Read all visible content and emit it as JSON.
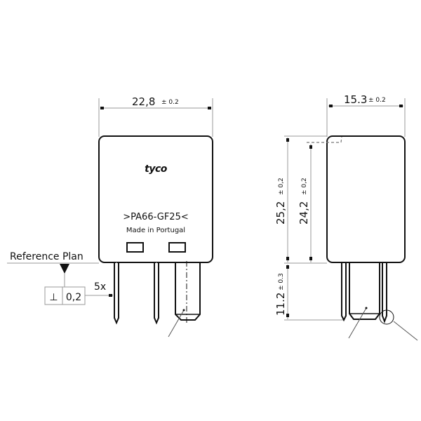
{
  "front_view": {
    "width_dim": {
      "value": "22,8",
      "tolerance": "± 0.2"
    },
    "brand_logo": "tyco",
    "material_marking": ">PA66-GF25<",
    "origin_text": "Made in Portugal",
    "reference_label": "Reference Plan",
    "tolerance_frame": {
      "symbol": "⊥",
      "value": "0,2"
    },
    "pin_count_note": "5x"
  },
  "side_view": {
    "width_dim": {
      "value": "15.3",
      "tolerance": "± 0.2"
    },
    "height_total_dim": {
      "value": "25,2",
      "tolerance": "± 0,2"
    },
    "height_inner_dim": {
      "value": "24,2",
      "tolerance": "± 0,2"
    },
    "pin_length_dim": {
      "value": "11.2",
      "tolerance": "± 0.3"
    }
  },
  "colors": {
    "line": "#111111",
    "dim_line": "#999999",
    "background": "#ffffff"
  }
}
